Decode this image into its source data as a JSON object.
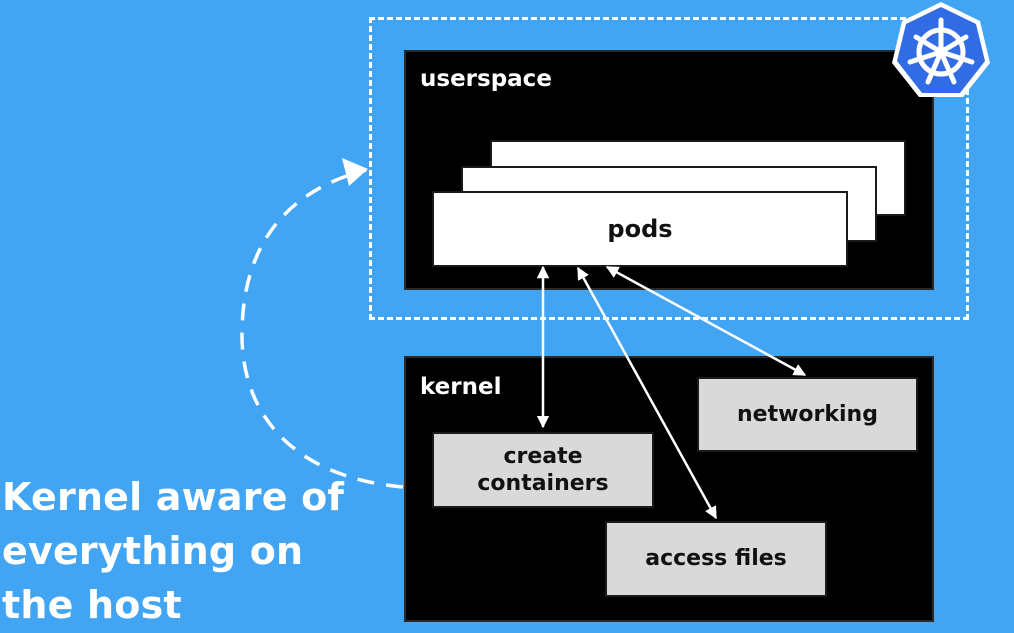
{
  "userspace": {
    "title": "userspace",
    "pods_label": "pods"
  },
  "kernel": {
    "title": "kernel",
    "boxes": {
      "create_containers": [
        "create",
        "containers"
      ],
      "networking": "networking",
      "access_files": "access files"
    }
  },
  "caption": [
    "Kernel aware of",
    "everything on",
    "the host"
  ],
  "colors": {
    "background": "#42a5f3",
    "panel": "#000000",
    "box_gray": "#d9d9d9",
    "k8s_blue": "#326ce5"
  },
  "icons": {
    "logo": "kubernetes-logo-icon"
  }
}
